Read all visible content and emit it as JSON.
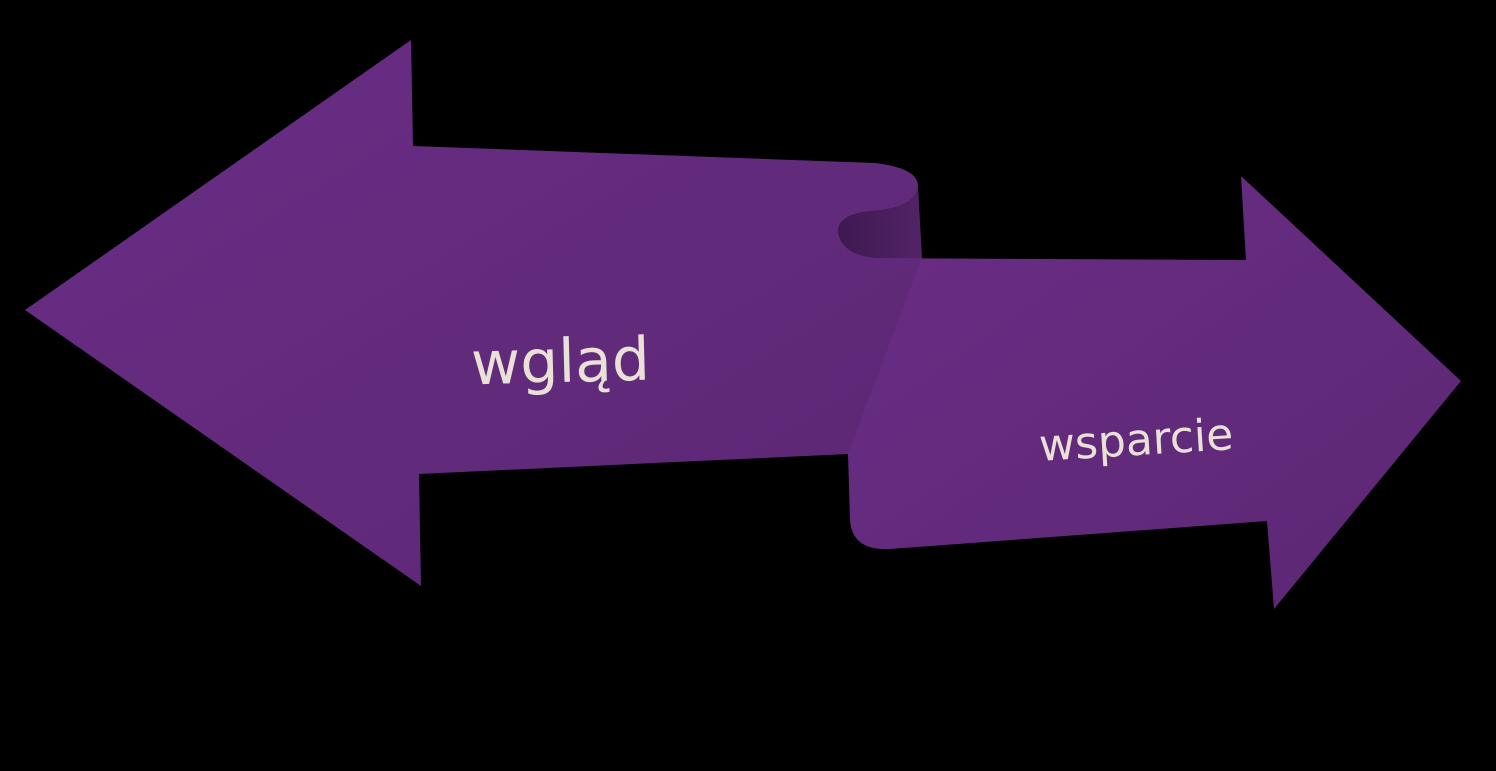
{
  "diagram": {
    "type": "double-arrow-ribbon",
    "left_arrow": {
      "label": "wgląd",
      "direction": "left"
    },
    "right_arrow": {
      "label": "wsparcie",
      "direction": "right"
    }
  },
  "colors": {
    "background": "#000000",
    "arrow_fill": "#622a7b",
    "arrow_fold": "#4a1f5e",
    "label_text": "#e9e1d6"
  }
}
